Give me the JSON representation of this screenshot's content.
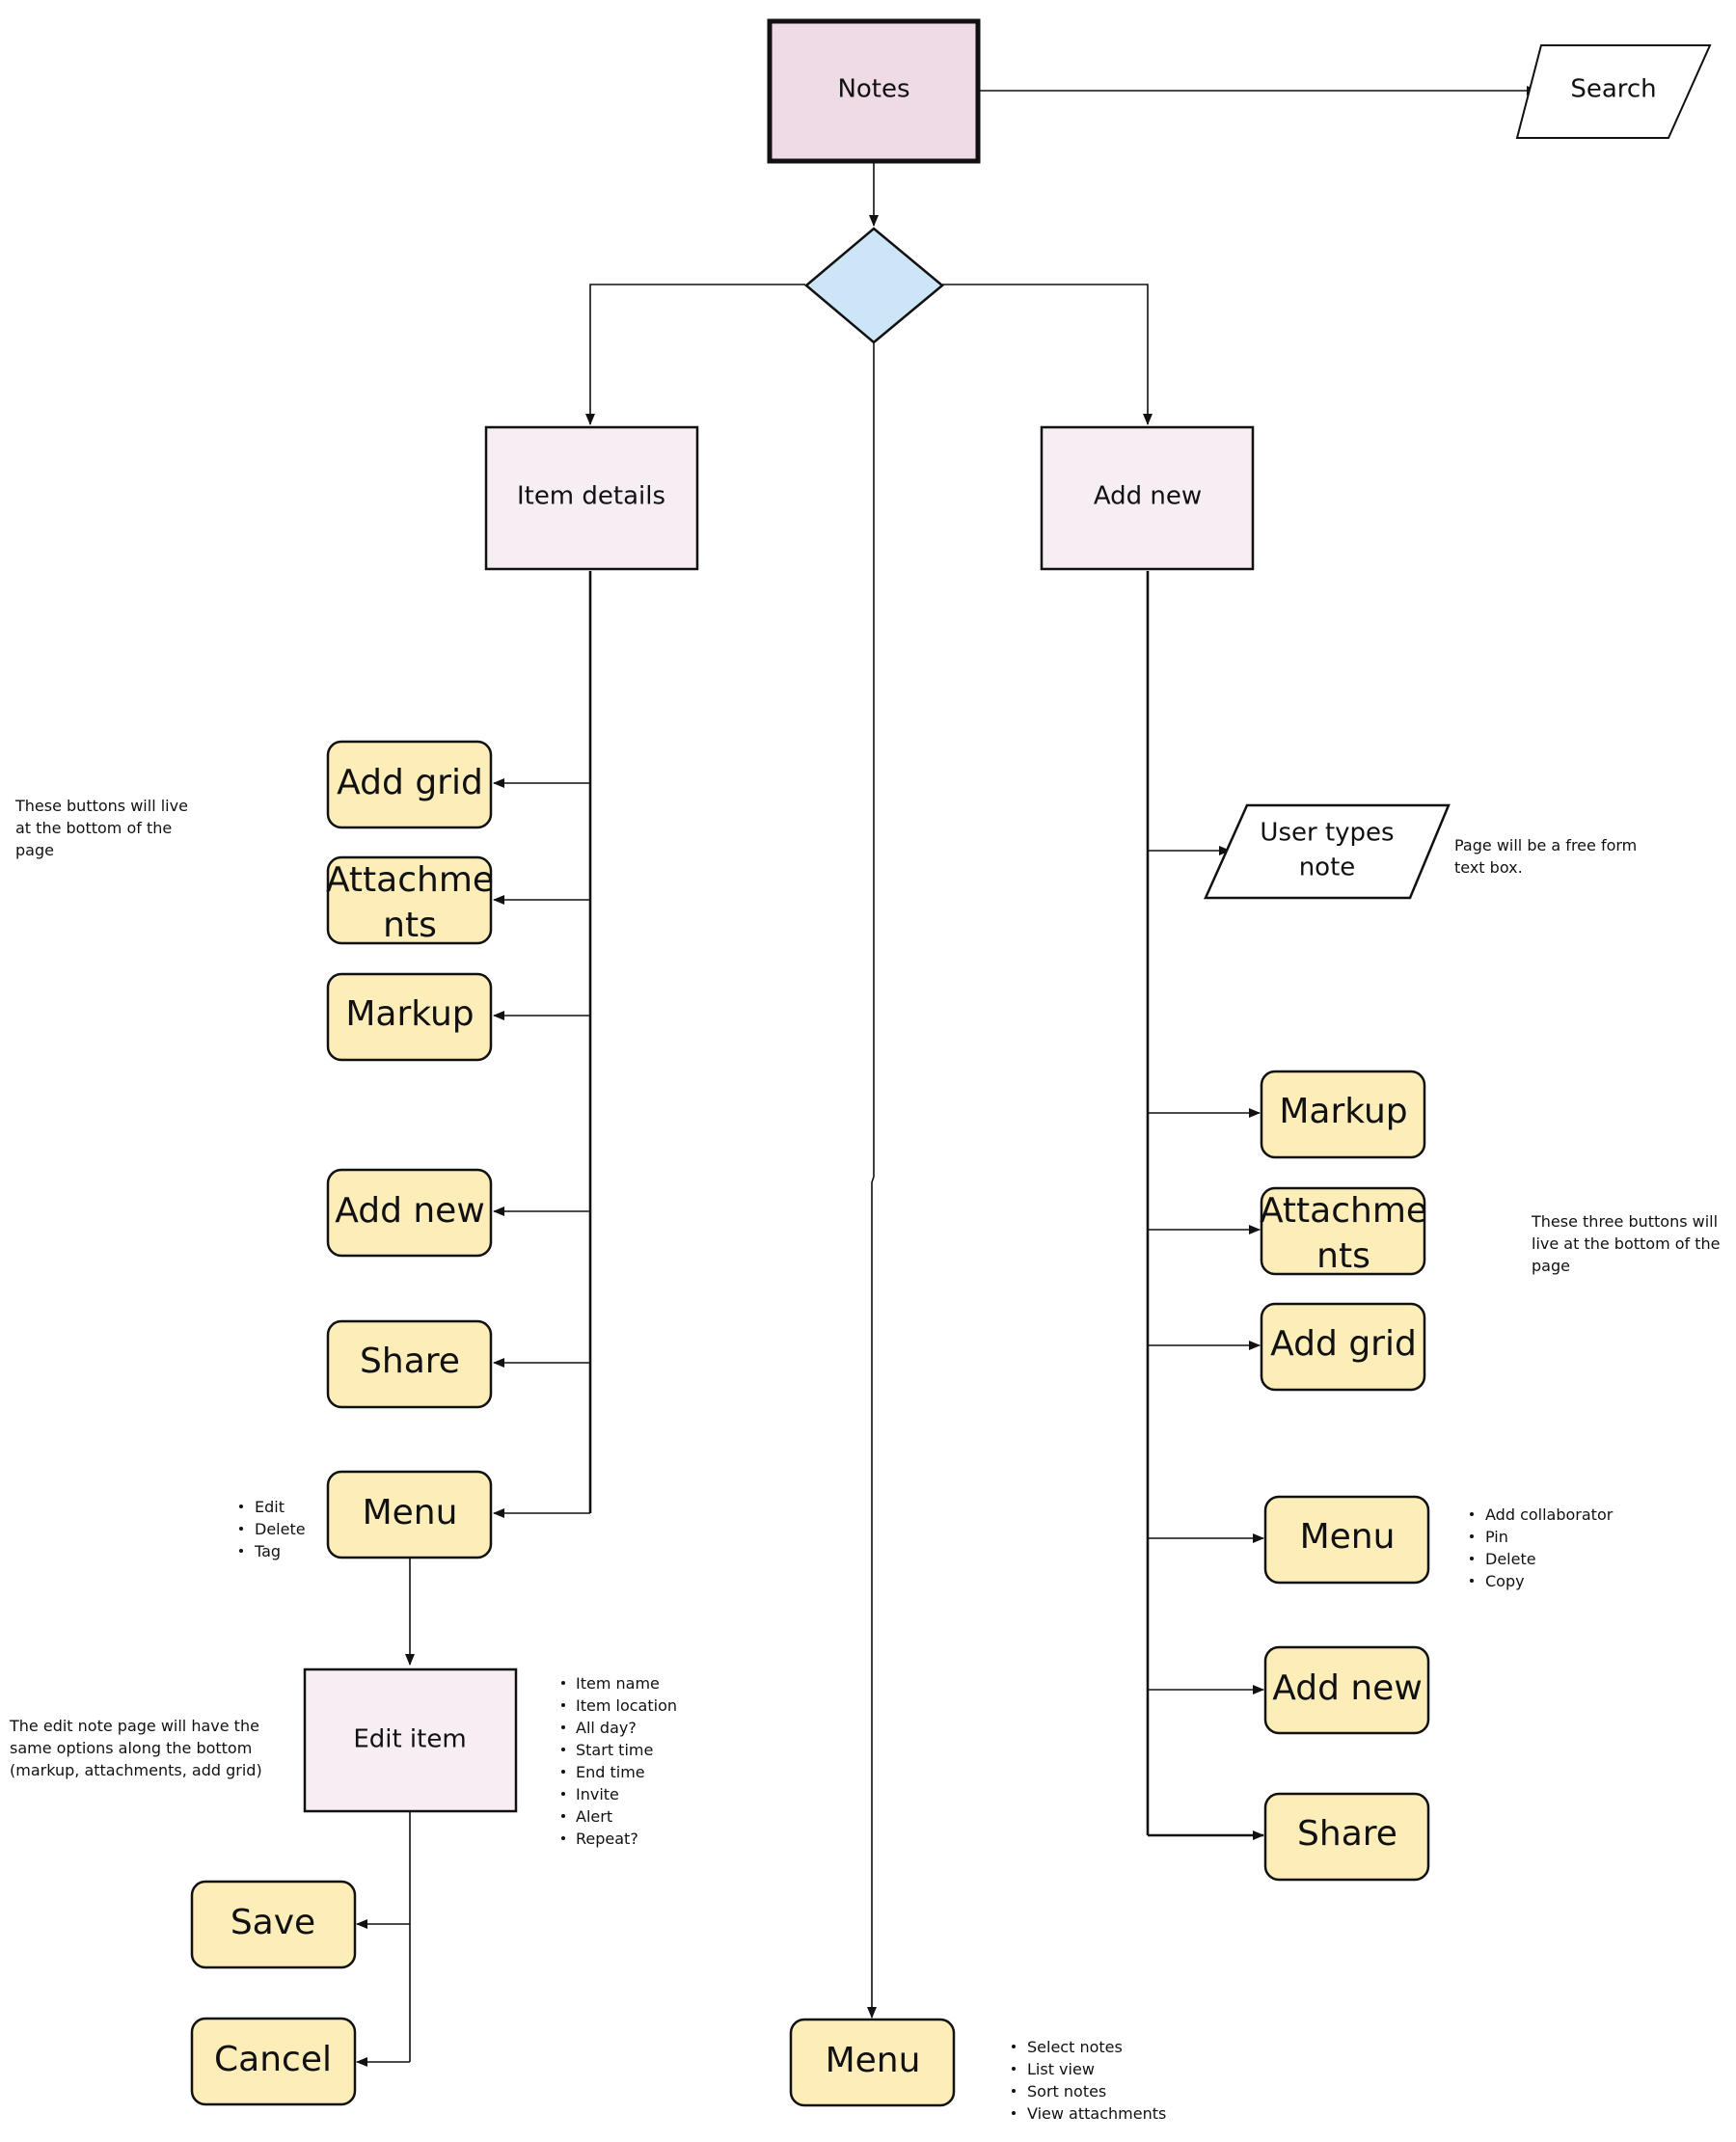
{
  "nodes": {
    "notes": "Notes",
    "search": "Search",
    "item_details": "Item details",
    "add_new_branch": "Add new",
    "user_types_note": [
      "User types",
      "note"
    ],
    "edit_item": "Edit item",
    "left_buttons": {
      "add_grid": "Add grid",
      "attachments": [
        "Attachme",
        "nts"
      ],
      "markup": "Markup",
      "add_new": "Add new",
      "share": "Share",
      "menu": "Menu"
    },
    "right_buttons": {
      "markup": "Markup",
      "attachments": [
        "Attachme",
        "nts"
      ],
      "add_grid": "Add grid",
      "menu": "Menu",
      "add_new": "Add new",
      "share": "Share"
    },
    "save": "Save",
    "cancel": "Cancel",
    "center_menu": "Menu"
  },
  "annotations": {
    "left_buttons_note": [
      "These  buttons will live",
      "at the bottom of the",
      "page"
    ],
    "left_menu_options": [
      "Edit",
      "Delete",
      "Tag"
    ],
    "edit_page_note": [
      "The edit  note page will have the",
      "same options along the bottom",
      "(markup, attachments, add grid)"
    ],
    "edit_item_fields": [
      "Item name",
      "Item location",
      "All day?",
      "Start time",
      "End time",
      "Invite",
      "Alert",
      "Repeat?"
    ],
    "free_form_note": [
      "Page will be a free form",
      "text box."
    ],
    "right_buttons_note": [
      "These three buttons will",
      "live at the bottom of the",
      "page"
    ],
    "right_menu_options": [
      "Add collaborator",
      "Pin",
      "Delete",
      "Copy"
    ],
    "center_menu_options": [
      "Select notes",
      "List view",
      "Sort notes",
      "View attachments"
    ]
  },
  "colors": {
    "notes_fill": "#efdbe5",
    "page_fill": "#f6eef2",
    "button_fill": "#fcedb9",
    "decision_fill": "#cce6f7",
    "stroke": "#111111"
  }
}
